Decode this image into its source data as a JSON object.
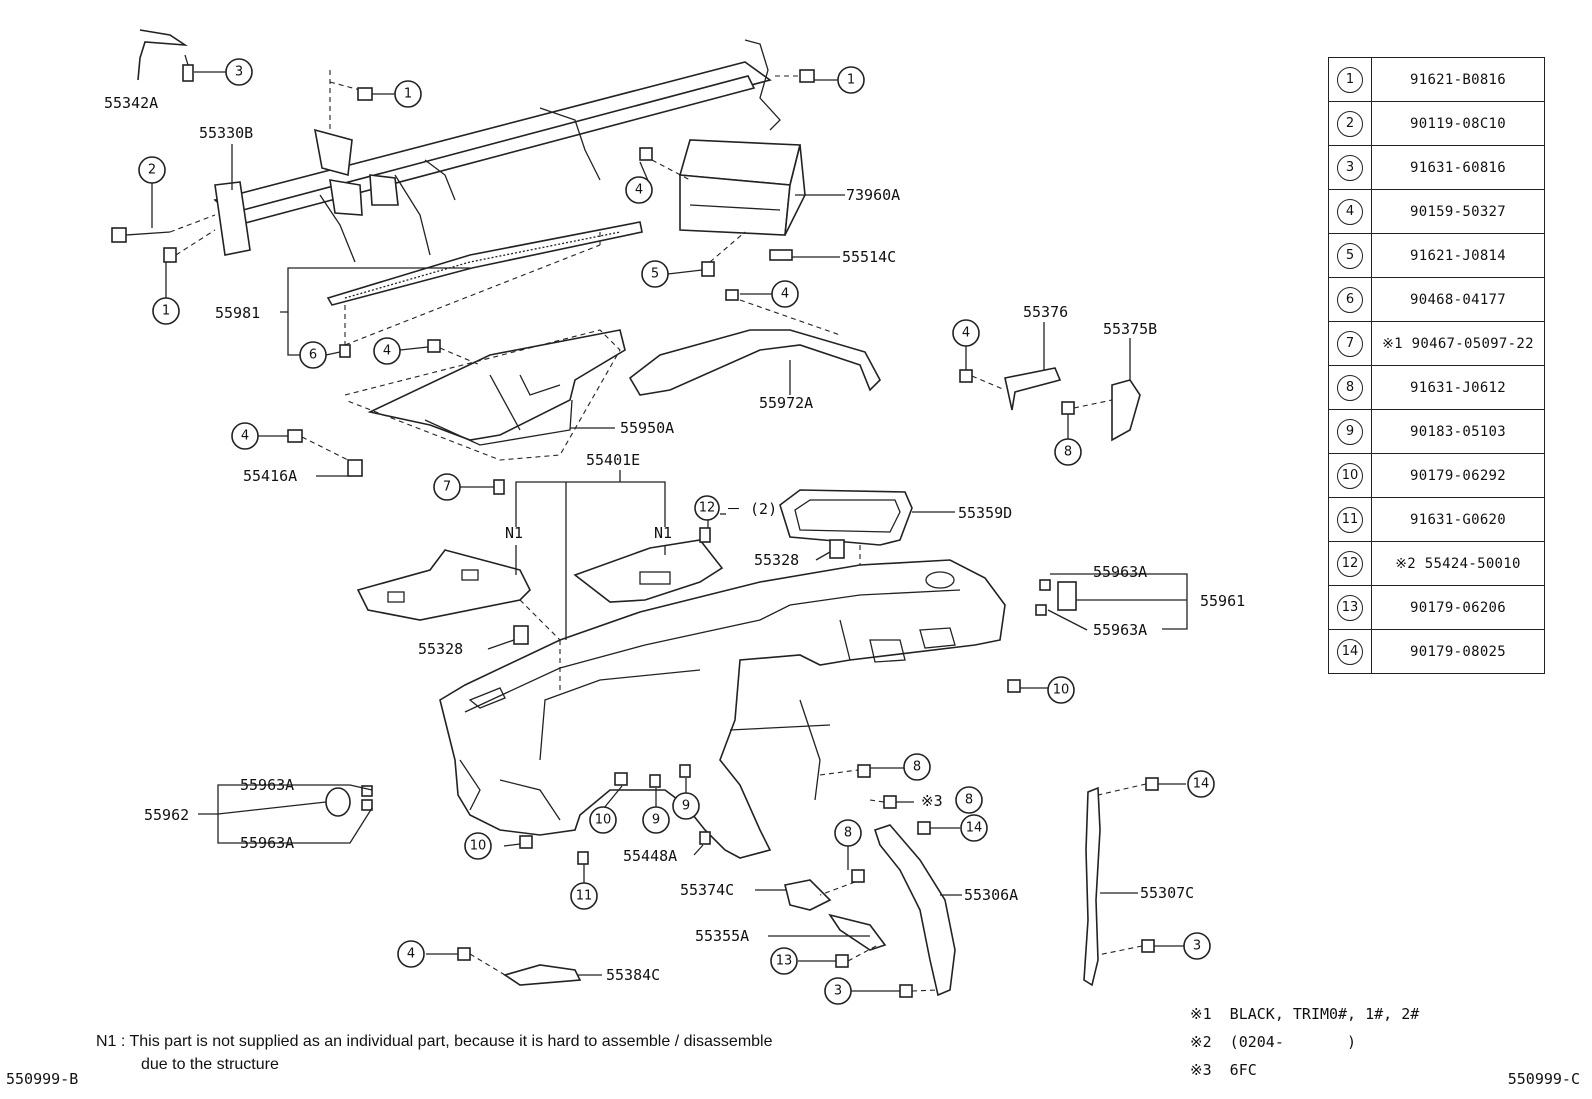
{
  "parts_table": [
    {
      "ref": "1",
      "part": "91621-B0816"
    },
    {
      "ref": "2",
      "part": "90119-08C10"
    },
    {
      "ref": "3",
      "part": "91631-60816"
    },
    {
      "ref": "4",
      "part": "90159-50327"
    },
    {
      "ref": "5",
      "part": "91621-J0814"
    },
    {
      "ref": "6",
      "part": "90468-04177"
    },
    {
      "ref": "7",
      "part": "※1 90467-05097-22"
    },
    {
      "ref": "8",
      "part": "91631-J0612"
    },
    {
      "ref": "9",
      "part": "90183-05103"
    },
    {
      "ref": "10",
      "part": "90179-06292"
    },
    {
      "ref": "11",
      "part": "91631-G0620"
    },
    {
      "ref": "12",
      "part": "※2 55424-50010"
    },
    {
      "ref": "13",
      "part": "90179-06206"
    },
    {
      "ref": "14",
      "part": "90179-08025"
    }
  ],
  "labels": {
    "p55342A": "55342A",
    "p55330B": "55330B",
    "p73960A": "73960A",
    "p55514C": "55514C",
    "p55981": "55981",
    "p55376": "55376",
    "p55375B": "55375B",
    "p55972A": "55972A",
    "p55950A": "55950A",
    "p55416A": "55416A",
    "p55401E": "55401E",
    "p55359D": "55359D",
    "p55328a": "55328",
    "p55328b": "55328",
    "p55963A_r1": "55963A",
    "p55963A_r2": "55963A",
    "p55961": "55961",
    "p55963A_l1": "55963A",
    "p55963A_l2": "55963A",
    "p55962": "55962",
    "p55448A": "55448A",
    "p55374C": "55374C",
    "p55306A": "55306A",
    "p55355A": "55355A",
    "p55307C": "55307C",
    "p55384C": "55384C",
    "n1a": "N1",
    "n1b": "N1",
    "qty12": "－ (2)",
    "star3": "※3"
  },
  "callouts": [
    "1",
    "2",
    "3",
    "4",
    "5",
    "6",
    "7",
    "8",
    "9",
    "10",
    "11",
    "12",
    "13",
    "14"
  ],
  "notes": [
    "※1  BLACK, TRIM0#, 1#, 2#",
    "※2  (0204-       )",
    "※3  6FC"
  ],
  "footnote": {
    "line1": "N1 :  This part is not supplied as an individual part, because it is hard to assemble / disassemble",
    "line2": "due to the structure"
  },
  "codes": {
    "left": "550999-B",
    "right": "550999-C"
  }
}
